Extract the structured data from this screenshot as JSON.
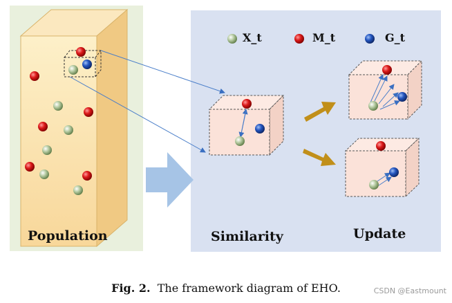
{
  "legend": {
    "x": {
      "label": "X_t",
      "color": "#9cb984"
    },
    "m": {
      "label": "M_t",
      "color": "#d01818"
    },
    "g": {
      "label": "G_t",
      "color": "#1f4fb3"
    }
  },
  "labels": {
    "population": "Population",
    "similarity": "Similarity",
    "update": "Update"
  },
  "caption": {
    "fig": "Fig. 2.",
    "text": "The framework diagram of EHO."
  },
  "watermark": "CSDN @Eastmount",
  "colors": {
    "left_panel": "#e9f0dd",
    "right_panel": "#d9e1f1",
    "population_box": "#fbe3b0",
    "cube_face": "#fbe2d9",
    "big_arrow": "#a6c4e6",
    "update_arrow": "#c18f1a",
    "connector": "#4a7ec9"
  }
}
